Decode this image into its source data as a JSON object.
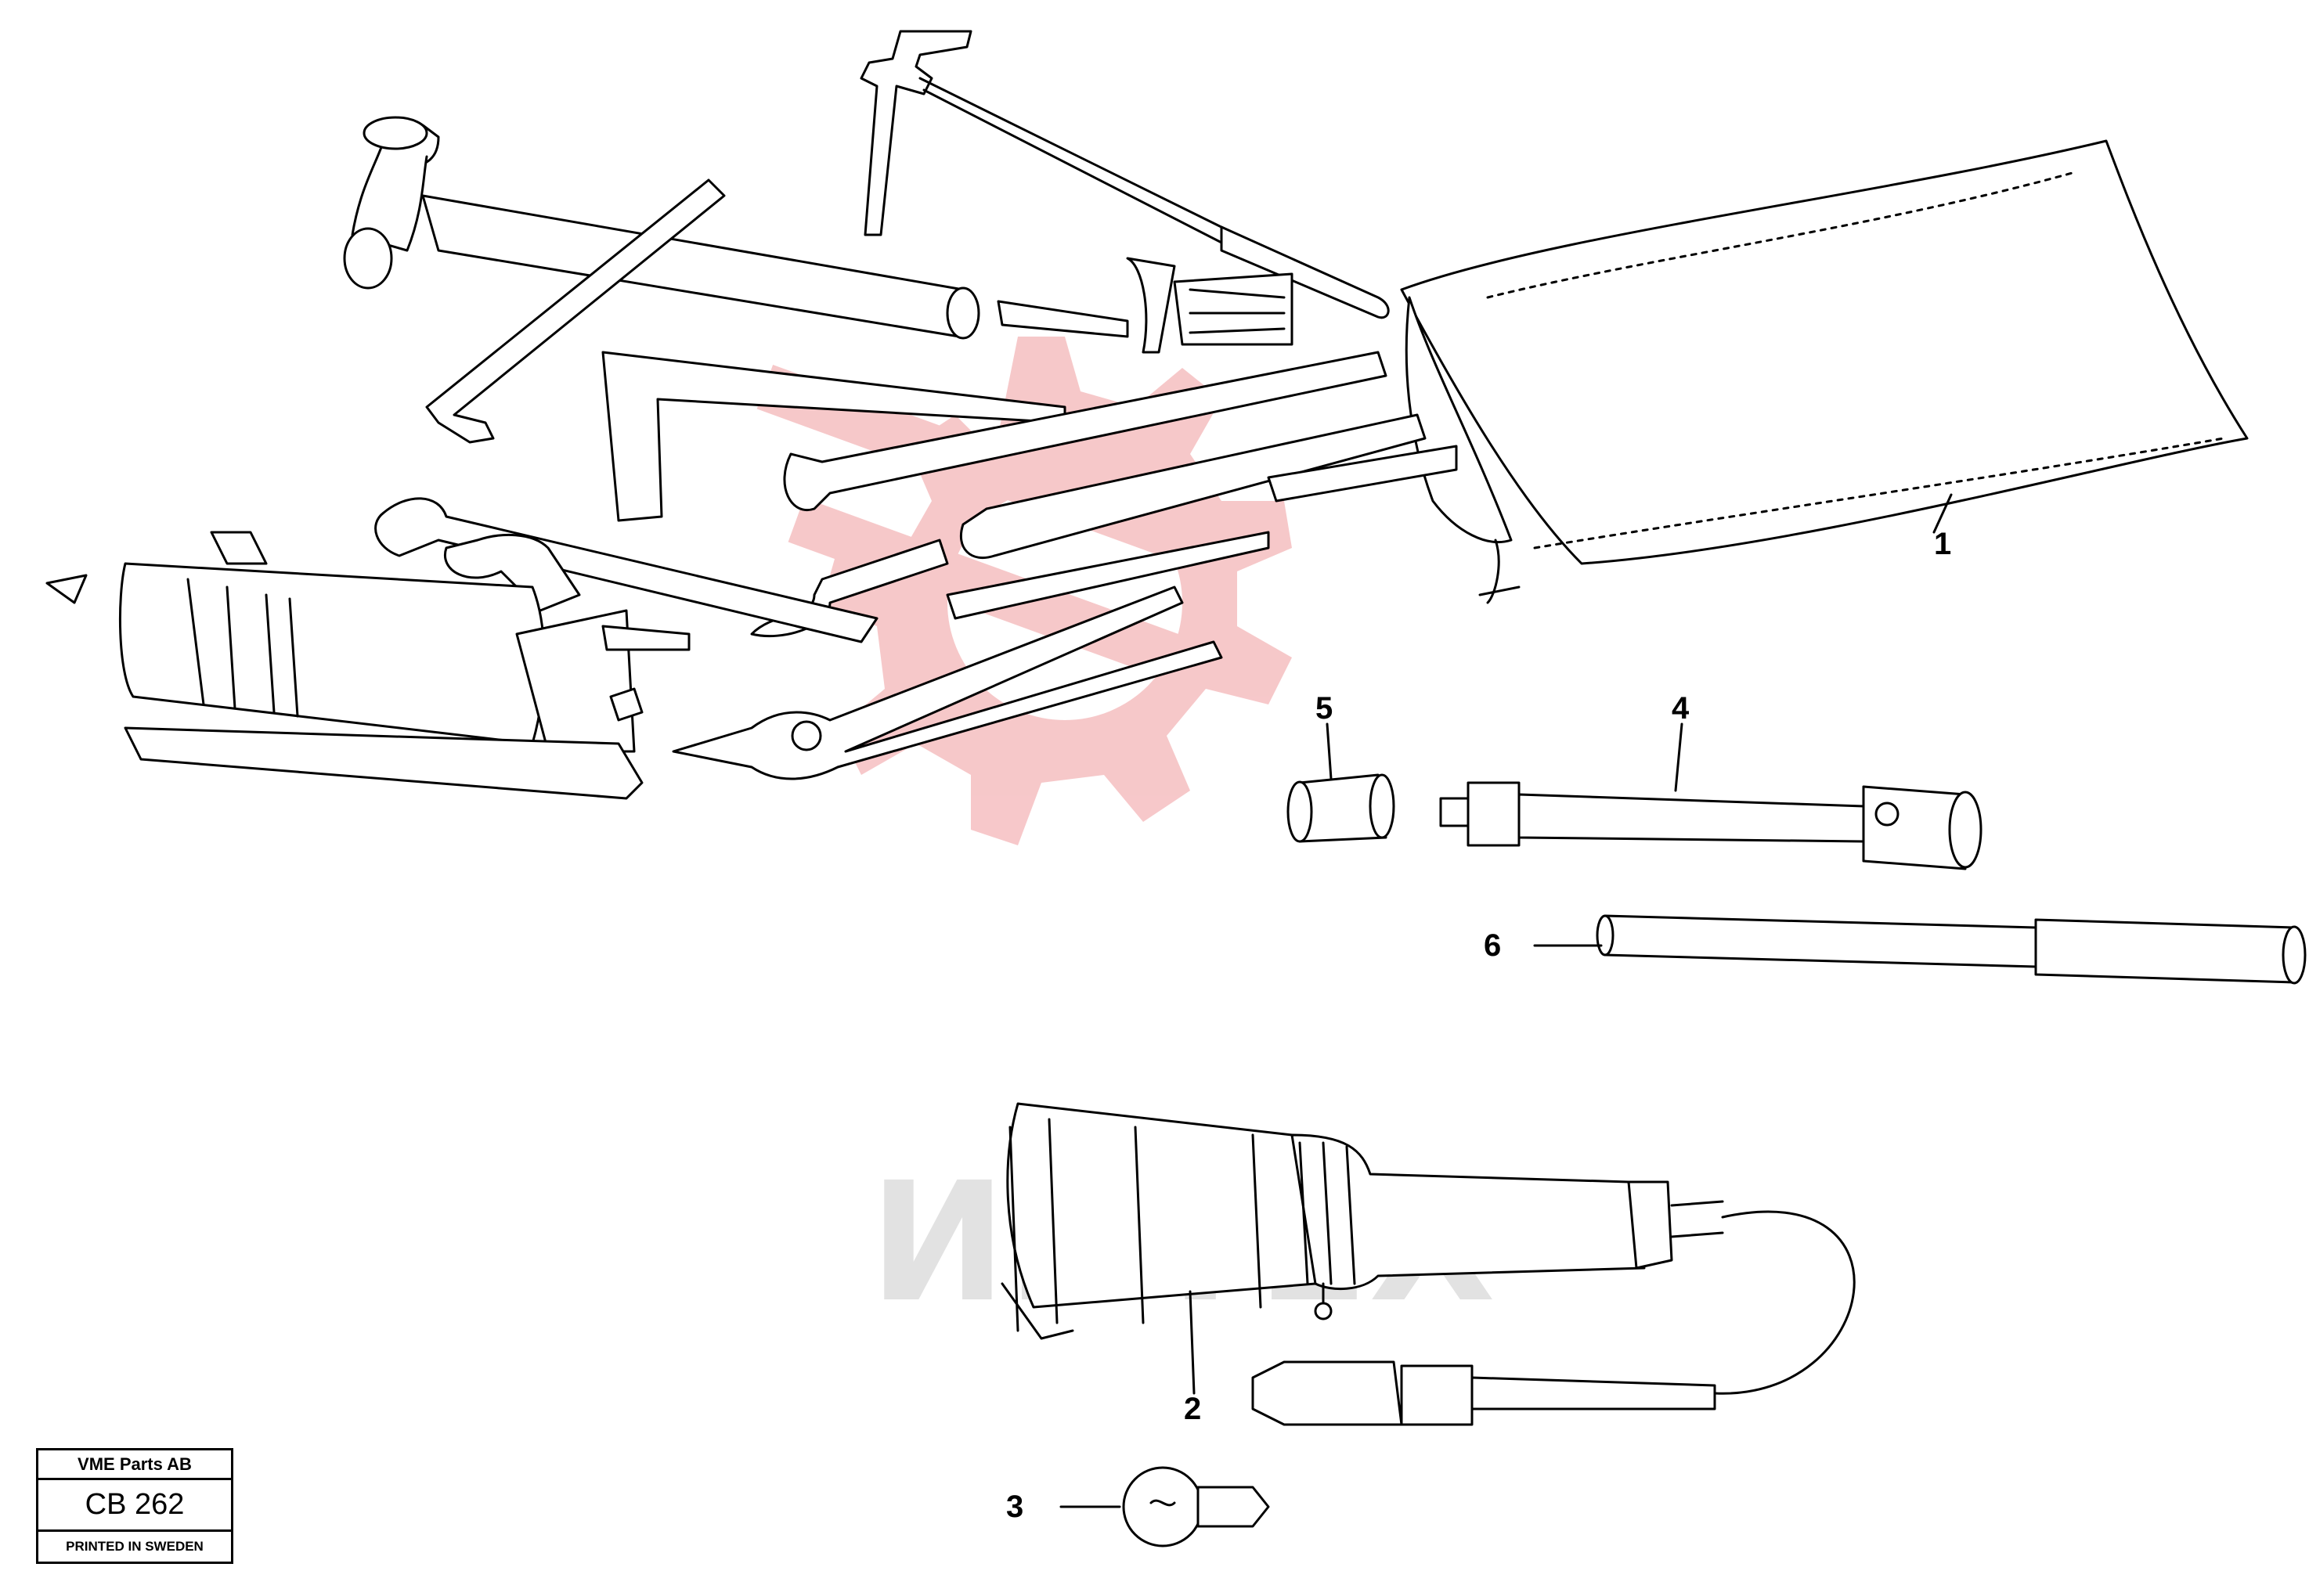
{
  "title_block": {
    "company": "VME Parts AB",
    "drawing_number": "CB 262",
    "printed_note": "PRINTED IN SWEDEN"
  },
  "callouts": [
    {
      "id": "1",
      "label": "1"
    },
    {
      "id": "2",
      "label": "2"
    },
    {
      "id": "3",
      "label": "3"
    },
    {
      "id": "4",
      "label": "4"
    },
    {
      "id": "5",
      "label": "5"
    },
    {
      "id": "6",
      "label": "6"
    }
  ],
  "watermark": {
    "text": "ИНТЕХ",
    "gear_color": "#f4b6b8",
    "text_color": "#dcdcdc"
  },
  "colors": {
    "line": "#000000",
    "background": "#ffffff"
  }
}
